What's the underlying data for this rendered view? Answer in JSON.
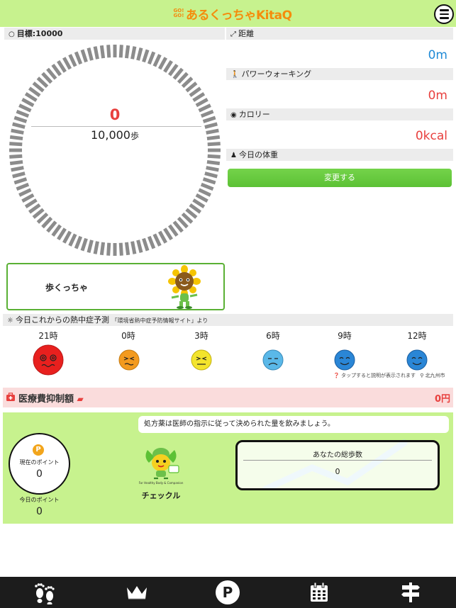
{
  "header": {
    "logo_small": "GO! GO!",
    "logo_text": "あるくっちゃKitaQ"
  },
  "goal": {
    "label": "目標:10000"
  },
  "gauge": {
    "current_steps": "0",
    "goal_steps": "10,000",
    "unit": "歩",
    "progress": 0
  },
  "distance": {
    "label": "距離",
    "value": "0m"
  },
  "power_walking": {
    "label": "パワーウォーキング",
    "value": "0m"
  },
  "calorie": {
    "label": "カロリー",
    "value": "0kcal"
  },
  "weight": {
    "label": "今日の体重",
    "button_label": "変更する"
  },
  "character": {
    "name": "歩くっちゃ"
  },
  "heatstroke": {
    "title": "今日これからの熱中症予測",
    "source": "「環境省熱中症予防情報サイト」より",
    "items": [
      {
        "hour": "21時",
        "level": "danger",
        "color": "#e8201e"
      },
      {
        "hour": "0時",
        "level": "severe-warning",
        "color": "#f39a1e"
      },
      {
        "hour": "3時",
        "level": "warning",
        "color": "#f3e42c"
      },
      {
        "hour": "6時",
        "level": "caution",
        "color": "#5ab8e8"
      },
      {
        "hour": "9時",
        "level": "safe",
        "color": "#2a86d6"
      },
      {
        "hour": "12時",
        "level": "safe",
        "color": "#2a86d6"
      }
    ],
    "note": "タップすると説明が表示されます",
    "location": "北九州市"
  },
  "medical": {
    "title": "医療費抑制額",
    "value": "0円"
  },
  "tip": "処方薬は医師の指示に従って決められた量を飲みましょう。",
  "points": {
    "badge": "P",
    "current_label": "現在のポイント",
    "current_value": "0",
    "today_label": "今日のポイント",
    "today_value": "0"
  },
  "checkle": {
    "name": "チェックル",
    "caption": "For Healthy Body & Companion"
  },
  "total_steps": {
    "label": "あなたの総歩数",
    "value": "0"
  },
  "nav": [
    {
      "icon": "footprints-icon"
    },
    {
      "icon": "crown-icon"
    },
    {
      "icon": "points-icon"
    },
    {
      "icon": "calendar-icon"
    },
    {
      "icon": "signpost-icon"
    }
  ],
  "colors": {
    "header_green": "#c7f28e",
    "accent_red": "#e8403e",
    "accent_blue": "#1f8ad6",
    "button_green": "#5cc135",
    "medical_pink": "#fadcdc"
  }
}
